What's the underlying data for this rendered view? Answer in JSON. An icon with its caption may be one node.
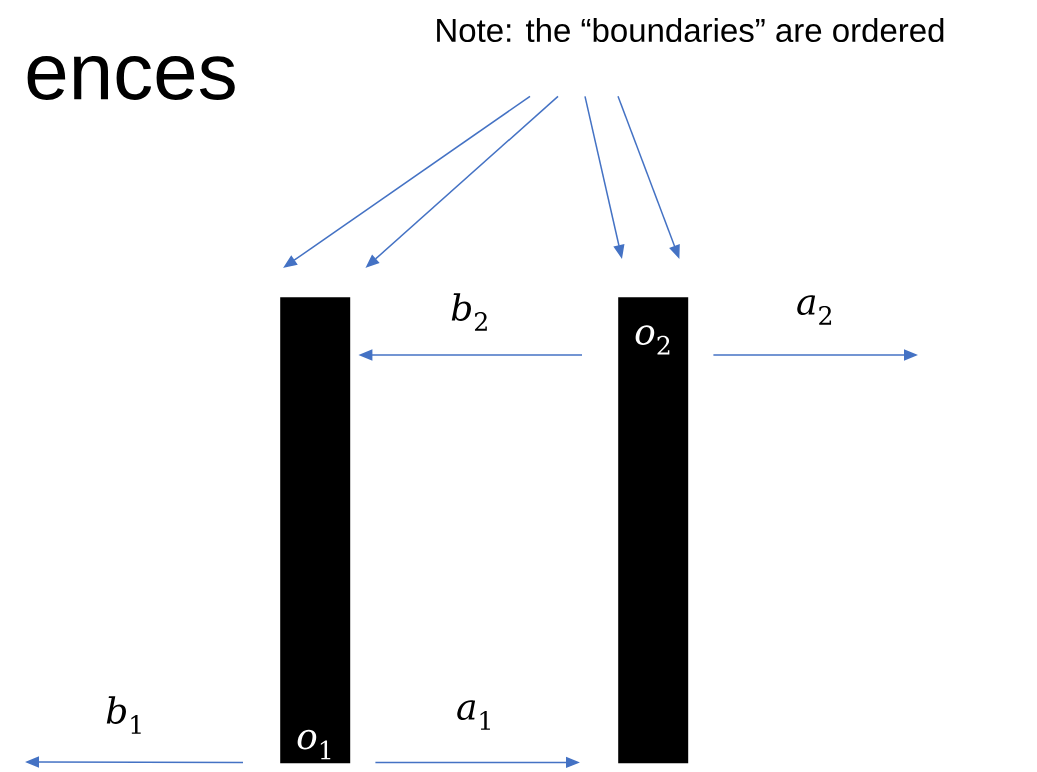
{
  "diagram": {
    "title": "ences",
    "nodes": [
      {
        "text": [
          "Note: the “boundaries” are ordered"
        ]
      },
      {
        "text": [
          "*o*$_{1}$"
        ]
      },
      {
        "text": [
          "*o*$_{2}$"
        ]
      }
    ],
    "edges": [
      {
        "from": 0,
        "to": 1,
        "arrow": "to"
      },
      {
        "from": 0,
        "to": 1,
        "arrow": "to"
      },
      {
        "from": 0,
        "to": 2,
        "arrow": "to"
      },
      {
        "from": 0,
        "to": 2,
        "arrow": "to"
      },
      {
        "from": 2,
        "to": 1,
        "arrow": "to",
        "label": "*b*$_{2}$"
      },
      {
        "from": 2,
        "to": null,
        "arrow": "to",
        "label": "*a*$_{2}$"
      },
      {
        "from": 1,
        "to": 2,
        "arrow": "to",
        "label": "*a*$_{1}$"
      },
      {
        "from": 1,
        "to": null,
        "arrow": "to",
        "label": "*b*$_{1}$"
      }
    ]
  }
}
